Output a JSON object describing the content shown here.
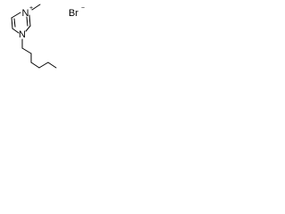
{
  "molecule": {
    "atoms": {
      "n3": "N",
      "n1": "N",
      "br": "Br"
    },
    "charges": {
      "n3": "+",
      "br": "−"
    }
  },
  "colors": {
    "bond": "#000000",
    "label": "#000000",
    "background": "#ffffff"
  }
}
